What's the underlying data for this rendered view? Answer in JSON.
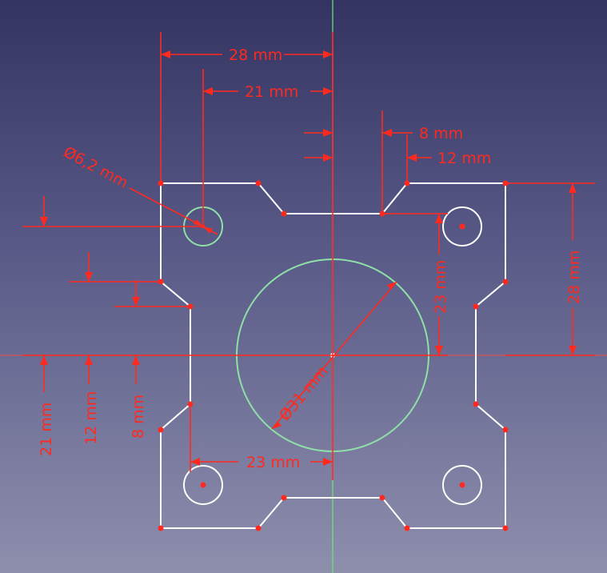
{
  "colors": {
    "dimension": "#ff2a1f",
    "geometry": "#ffffff",
    "vertex": "#ff2a1f",
    "construction_circle": "#8fe0a8",
    "axis_vertical": "#66ee66",
    "axis_horizontal": "#d85050"
  },
  "dimensions": {
    "top_28": "28 mm",
    "top_21": "21 mm",
    "top_8": "8 mm",
    "top_12": "12 mm",
    "dia_6_2": "Ø6,2 mm",
    "right_23": "23 mm",
    "right_28": "28 mm",
    "left_21": "21 mm",
    "left_12": "12 mm",
    "left_8": "8 mm",
    "dia_31": "Ø31 mm",
    "bottom_23": "23 mm"
  }
}
